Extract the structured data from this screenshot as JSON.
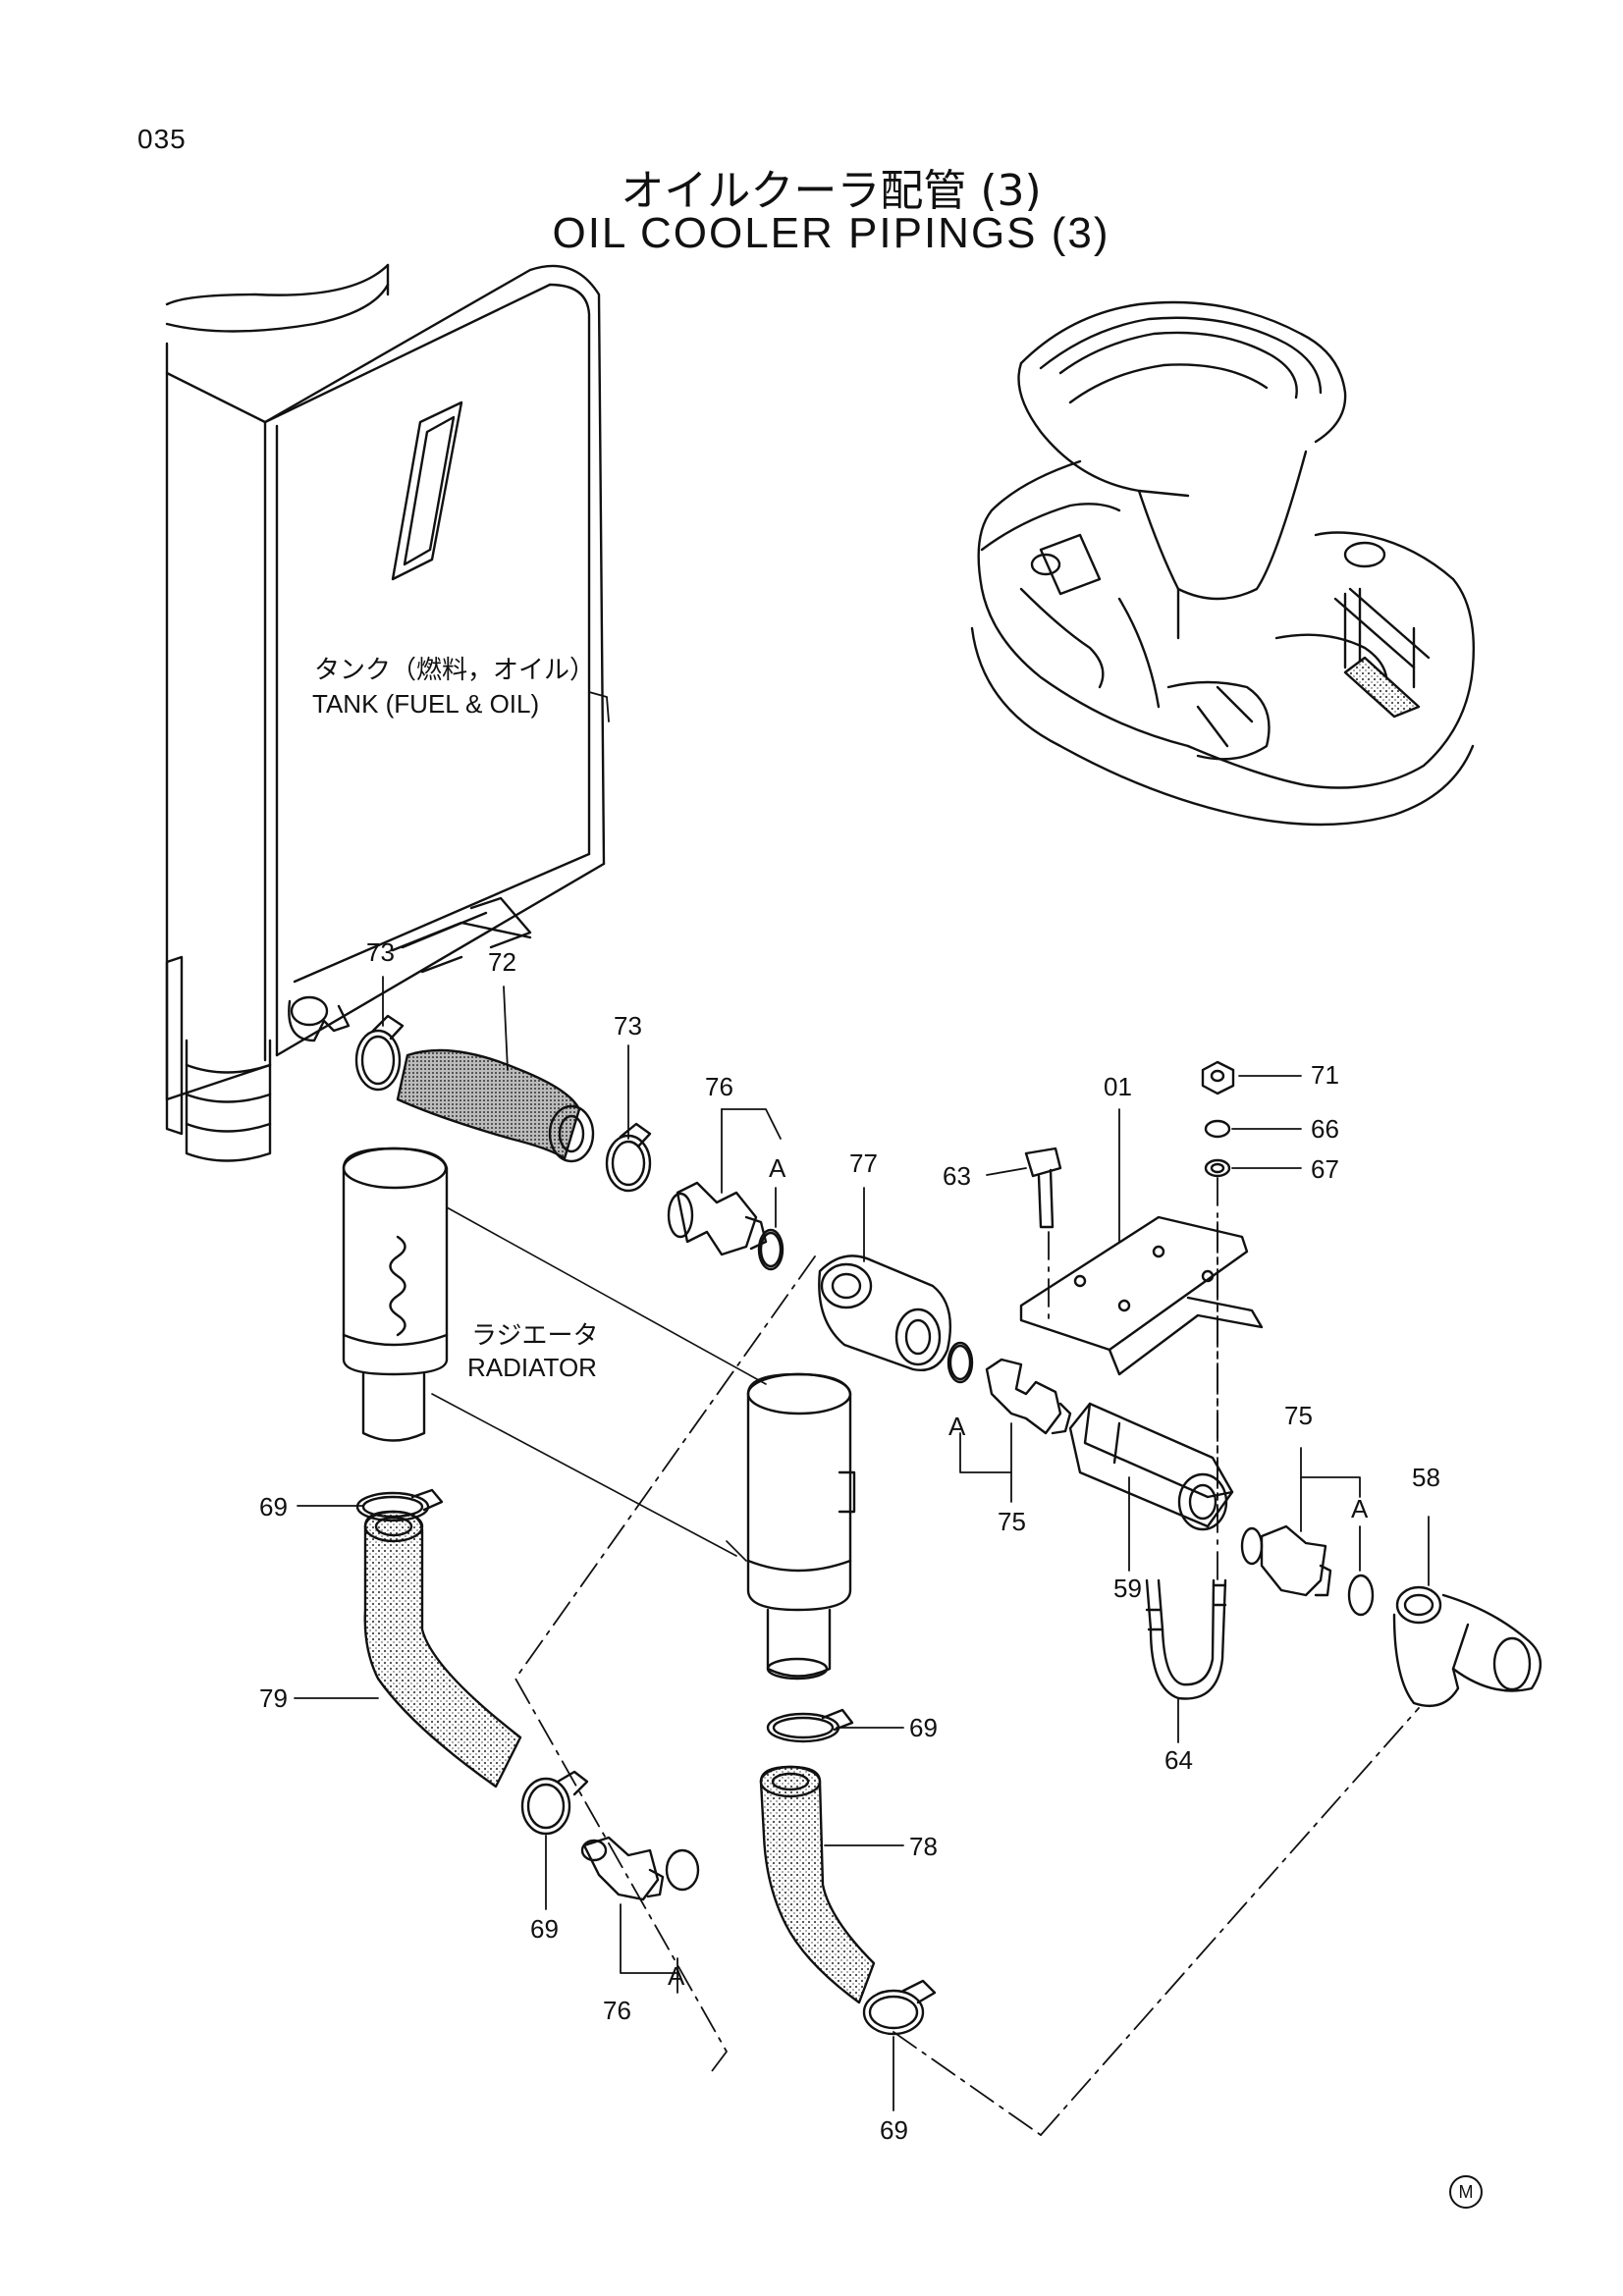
{
  "header": {
    "page_number": "035",
    "title_ja": "オイルクーラ配管 (3)",
    "title_en": "OIL COOLER PIPINGS (3)"
  },
  "labels": {
    "tank_ja": "タンク（燃料，オイル）",
    "tank_en": "TANK (FUEL & OIL)",
    "radiator_ja": "ラジエータ",
    "radiator_en": "RADIATOR"
  },
  "callouts": [
    {
      "id": "c73a",
      "text": "73"
    },
    {
      "id": "c72",
      "text": "72"
    },
    {
      "id": "c73b",
      "text": "73"
    },
    {
      "id": "c76a",
      "text": "76"
    },
    {
      "id": "cA1",
      "text": "A"
    },
    {
      "id": "c77",
      "text": "77"
    },
    {
      "id": "c01",
      "text": "01"
    },
    {
      "id": "c71",
      "text": "71"
    },
    {
      "id": "c66",
      "text": "66"
    },
    {
      "id": "c67",
      "text": "67"
    },
    {
      "id": "c63",
      "text": "63"
    },
    {
      "id": "cA2",
      "text": "A"
    },
    {
      "id": "c75a",
      "text": "75"
    },
    {
      "id": "c75b",
      "text": "75"
    },
    {
      "id": "cA3",
      "text": "A"
    },
    {
      "id": "c58",
      "text": "58"
    },
    {
      "id": "c59",
      "text": "59"
    },
    {
      "id": "c64",
      "text": "64"
    },
    {
      "id": "c69a",
      "text": "69"
    },
    {
      "id": "c79",
      "text": "79"
    },
    {
      "id": "c69b",
      "text": "69"
    },
    {
      "id": "c69c",
      "text": "69"
    },
    {
      "id": "c78",
      "text": "78"
    },
    {
      "id": "c76b",
      "text": "76"
    },
    {
      "id": "cA4",
      "text": "A"
    },
    {
      "id": "c69d",
      "text": "69"
    }
  ],
  "footer": {
    "mark": "M"
  }
}
